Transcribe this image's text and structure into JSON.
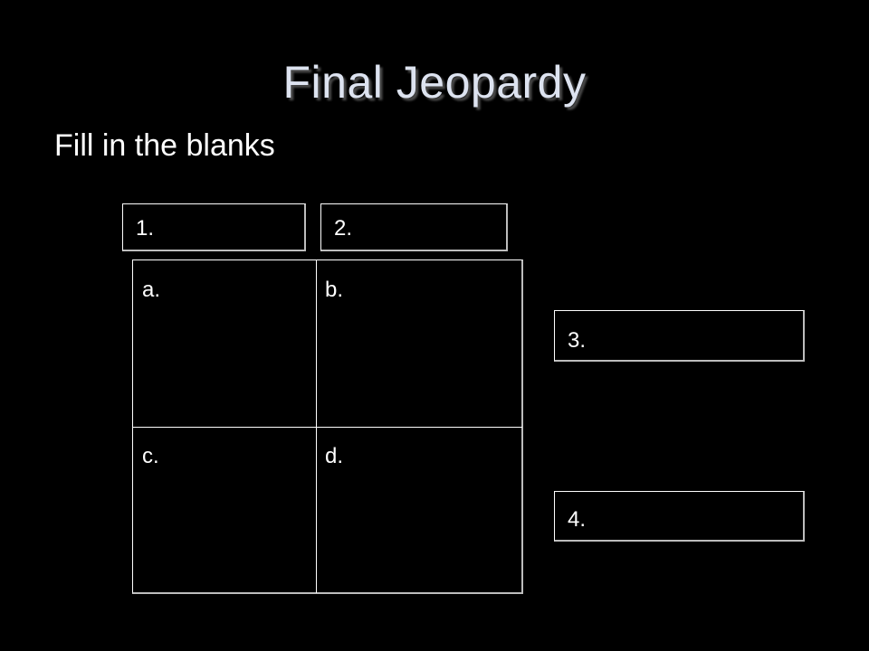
{
  "slide": {
    "title": "Final Jeopardy",
    "subtitle": "Fill in the blanks"
  },
  "blanks": {
    "one": "1.",
    "two": "2.",
    "three": "3.",
    "four": "4."
  },
  "grid": {
    "a": "a.",
    "b": "b.",
    "c": "c.",
    "d": "d."
  },
  "colors": {
    "background": "#000000",
    "title": "#dde3f0",
    "text": "#ffffff",
    "border": "#ffffff"
  }
}
